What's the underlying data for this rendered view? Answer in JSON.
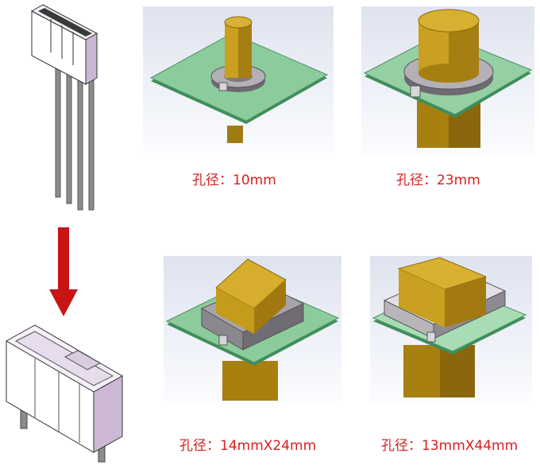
{
  "captions": {
    "hole_10": "孔径：10mm",
    "hole_23": "孔径：23mm",
    "hole_14x24": "孔径：14mmX24mm",
    "hole_13x44": "孔径：13mmX44mm"
  },
  "colors": {
    "caption_red": "#d81e1e",
    "arrow_red": "#c81414",
    "pcb_green": "#86c79a",
    "brass": "#c9a020",
    "ferrite_grey": "#9d9aa0"
  }
}
